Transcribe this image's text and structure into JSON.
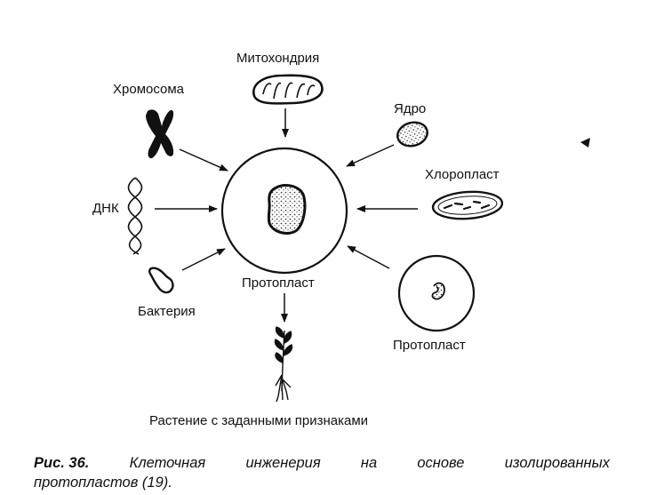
{
  "labels": {
    "mitochondria": "Митохондрия",
    "chromosome": "Хромосома",
    "nucleus": "Ядро",
    "chloroplast": "Хлоропласт",
    "dna": "ДНК",
    "bacteria": "Бактерия",
    "protoplast_center": "Протопласт",
    "protoplast_right": "Протопласт",
    "plant": "Растение с заданными признаками"
  },
  "caption": {
    "figure_prefix": "Рис. 36.",
    "words": [
      "Клеточная",
      "инженерия",
      "на",
      "основе",
      "изолированных"
    ],
    "line2": "протопластов (19)."
  }
}
